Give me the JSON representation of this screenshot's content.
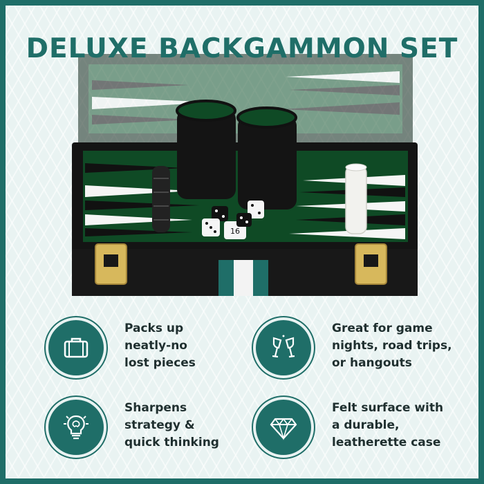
{
  "title": "DELUXE BACKGAMMON SET",
  "features": [
    {
      "icon": "briefcase-icon",
      "text": "Packs up\nneatly-no\nlost pieces"
    },
    {
      "icon": "champagne-glasses-icon",
      "text": "Great for game\nnights, road trips,\nor hangouts"
    },
    {
      "icon": "lightbulb-brain-icon",
      "text": "Sharpens\nstrategy &\nquick thinking"
    },
    {
      "icon": "diamond-icon",
      "text": "Felt surface with\na durable,\nleatherette case"
    }
  ],
  "dice_value": "16",
  "colors": {
    "brand": "#1f6e68",
    "felt": "#0f4a25",
    "case": "#141414",
    "background": "#e9f3f2"
  }
}
